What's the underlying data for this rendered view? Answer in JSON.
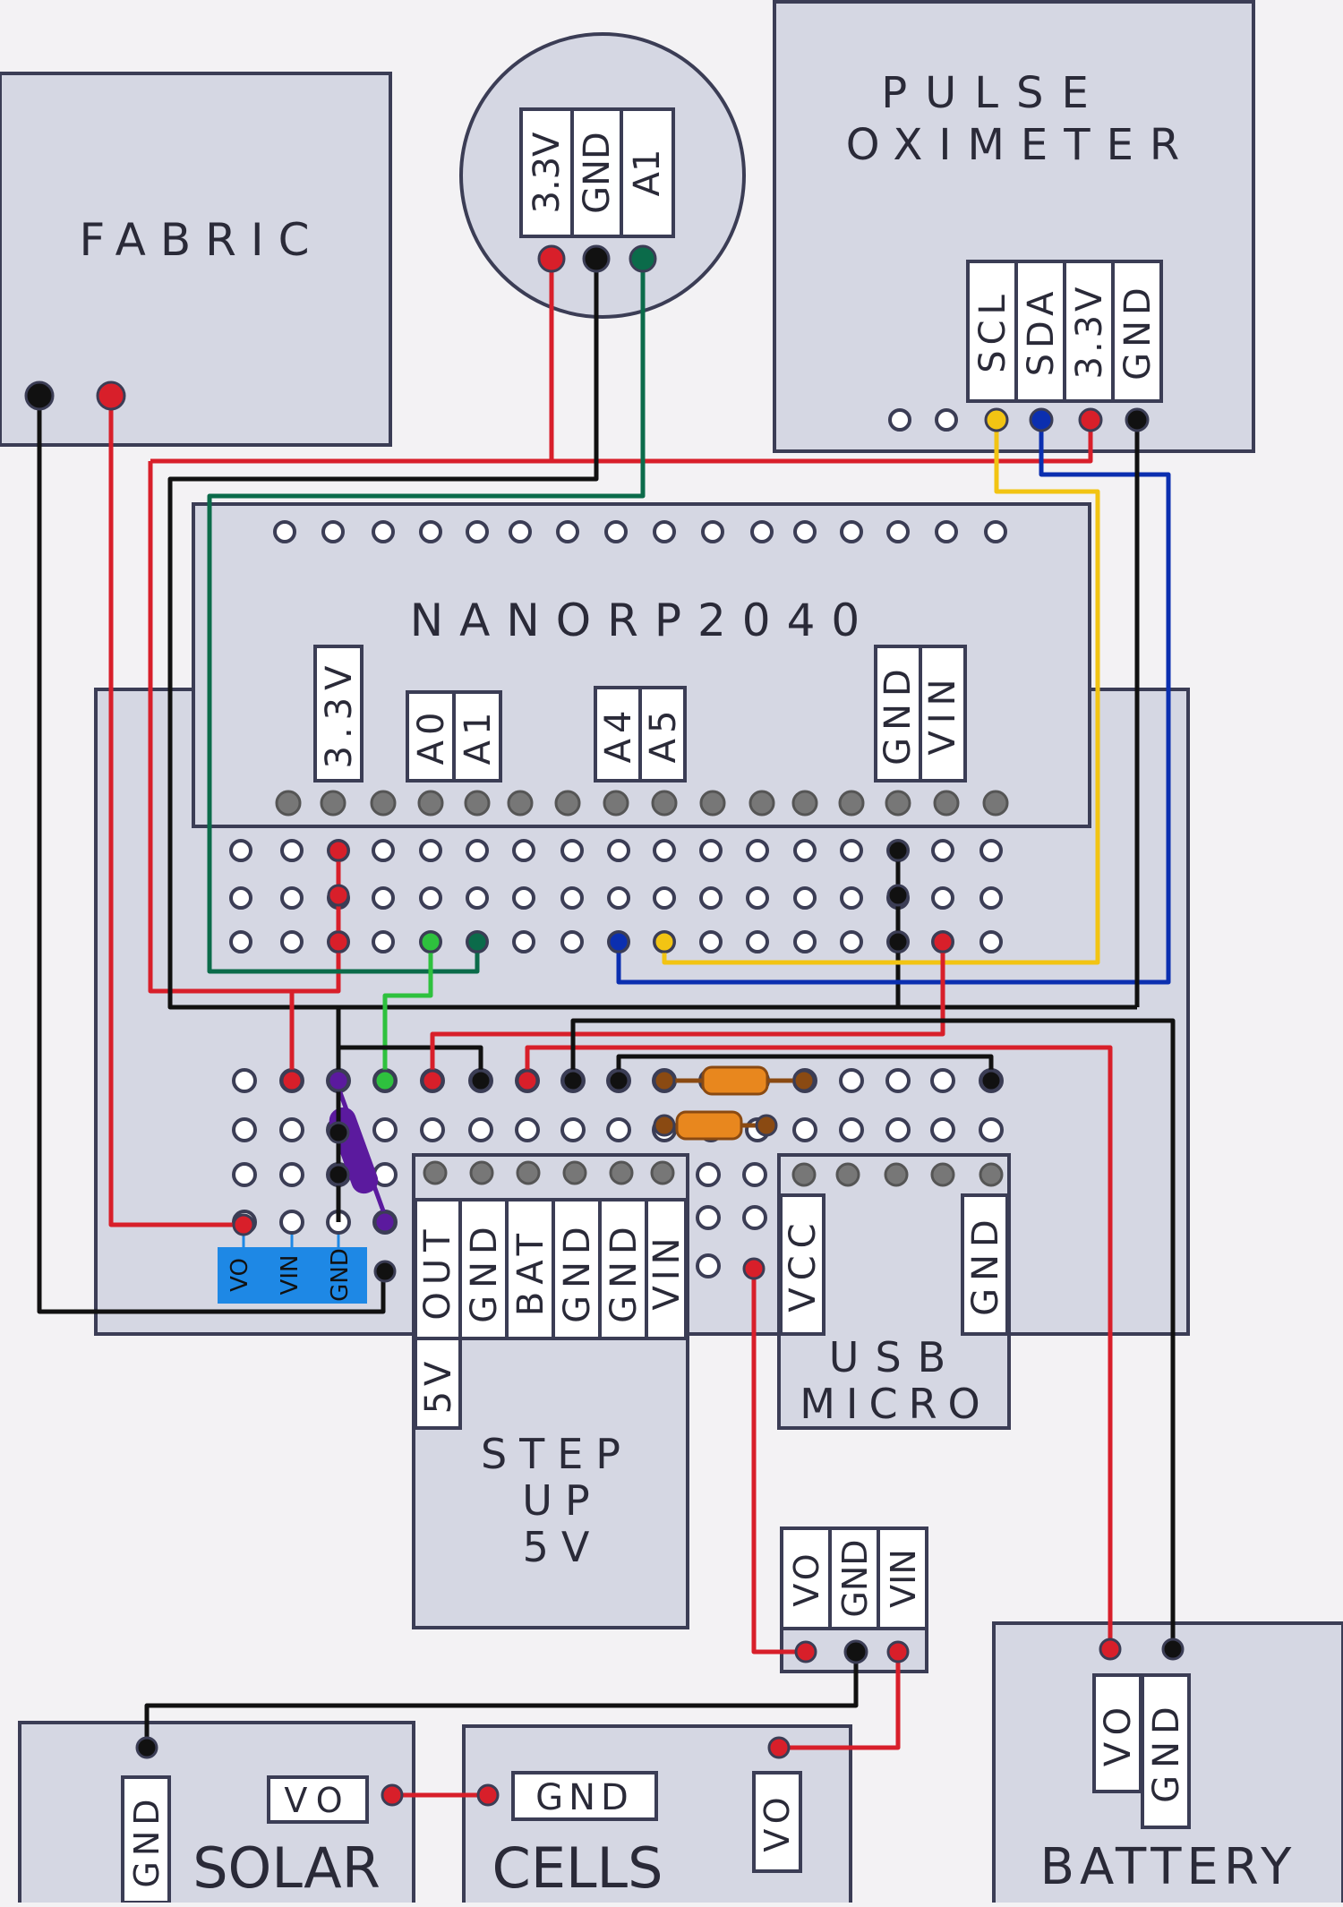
{
  "modules": {
    "fabric": {
      "label": "FABRIC"
    },
    "sensor": {
      "pins": [
        "3.3V",
        "GND",
        "A1"
      ]
    },
    "pulse_oximeter": {
      "line1": "PULSE",
      "line2": "OXIMETER",
      "pins": [
        "SCL",
        "SDA",
        "3.3V",
        "GND"
      ]
    },
    "nano": {
      "label": "NANORP2040",
      "pins_33v": "3.3V",
      "pins_a0": "A0",
      "pins_a1": "A1",
      "pins_a4": "A4",
      "pins_a5": "A5",
      "pins_gnd": "GND",
      "pins_vin": "VIN"
    },
    "regulator": {
      "pins": [
        "VO",
        "VIN",
        "GND"
      ]
    },
    "step_up": {
      "line1": "STEP",
      "line2": "UP",
      "line3": "5V",
      "pins": [
        "OUT",
        "GND",
        "BAT",
        "GND",
        "GND",
        "VIN"
      ],
      "pin_5v": "5V"
    },
    "usb_micro": {
      "line1": "USB",
      "line2": "MICRO",
      "pin_vcc": "VCC",
      "pin_gnd": "GND"
    },
    "charger": {
      "pins": [
        "VO",
        "GND",
        "VIN"
      ]
    },
    "solar": {
      "label": "SOLAR",
      "pin_gnd": "GND",
      "pin_vo": "VO"
    },
    "cells": {
      "label": "CELLS",
      "pin_gnd": "GND",
      "pin_vo": "VO"
    },
    "battery": {
      "label": "BATTERY",
      "pins": [
        "VO",
        "GND"
      ]
    }
  },
  "colors": {
    "board": "#d5d7e3",
    "outline": "#3b3d55",
    "red": "#d81f2a",
    "black": "#111111",
    "teal": "#0b6b4a",
    "green": "#2ec13e",
    "yellow": "#f2c413",
    "blue": "#0b2fb0",
    "purple": "#5b1a9e",
    "orange": "#e8871e",
    "regulator_blue": "#1e88e5"
  }
}
